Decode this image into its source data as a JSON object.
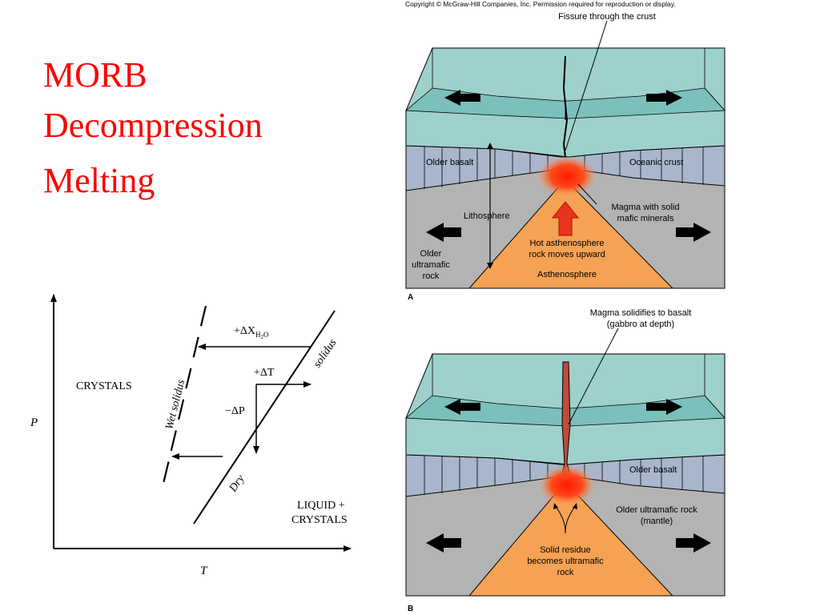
{
  "slide": {
    "title_line1": "MORB",
    "title_line2": "Decompression",
    "title_line3": "Melting"
  },
  "phase_diagram": {
    "y_axis_label": "P",
    "x_axis_label": "T",
    "crystals_label": "CRYSTALS",
    "liquid_label_line1": "LIQUID +",
    "liquid_label_line2": "CRYSTALS",
    "wet_solidus_label": "Wet solidus",
    "solidus_label": "solidus",
    "dry_label": "Dry",
    "delta_x_label": "+ΔX",
    "delta_x_sub": "H",
    "delta_x_sub2": "2",
    "delta_x_sub3": "O",
    "delta_t_label": "+ΔT",
    "delta_p_label": "−ΔP"
  },
  "figure": {
    "copyright": "Copyright © McGraw-Hill Companies, Inc. Permission required for reproduction or display.",
    "panel_a": {
      "letter": "A",
      "fissure": "Fissure through the crust",
      "older_basalt": "Older basalt",
      "oceanic_crust": "Oceanic crust",
      "lithosphere": "Lithosphere",
      "magma_line1": "Magma with solid",
      "magma_line2": "mafic minerals",
      "older_line1": "Older",
      "older_line2": "ultramafic",
      "older_line3": "rock",
      "hot_line1": "Hot asthenosphere",
      "hot_line2": "rock moves upward",
      "asthenosphere": "Asthenosphere"
    },
    "panel_b": {
      "letter": "B",
      "magma_solid_line1": "Magma solidifies to basalt",
      "magma_solid_line2": "(gabbro at depth)",
      "older_basalt": "Older basalt",
      "mantle_line1": "Older ultramafic rock",
      "mantle_line2": "(mantle)",
      "residue_line1": "Solid residue",
      "residue_line2": "becomes ultramafic",
      "residue_line3": "rock"
    }
  }
}
